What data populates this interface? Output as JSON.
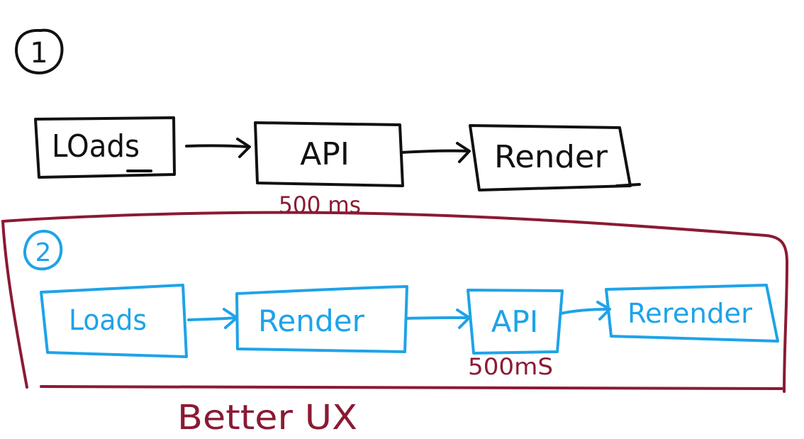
{
  "colors": {
    "scenario1": "#111111",
    "scenario2": "#1ea3e8",
    "highlight": "#8b1a33"
  },
  "scenario1": {
    "number": "1",
    "boxes": [
      "LOads",
      "API",
      "Render"
    ],
    "annotation": "500 ms"
  },
  "scenario2": {
    "number": "2",
    "boxes": [
      "Loads",
      "Render",
      "API",
      "Rerender"
    ],
    "annotation": "500mS"
  },
  "caption": "Better UX"
}
